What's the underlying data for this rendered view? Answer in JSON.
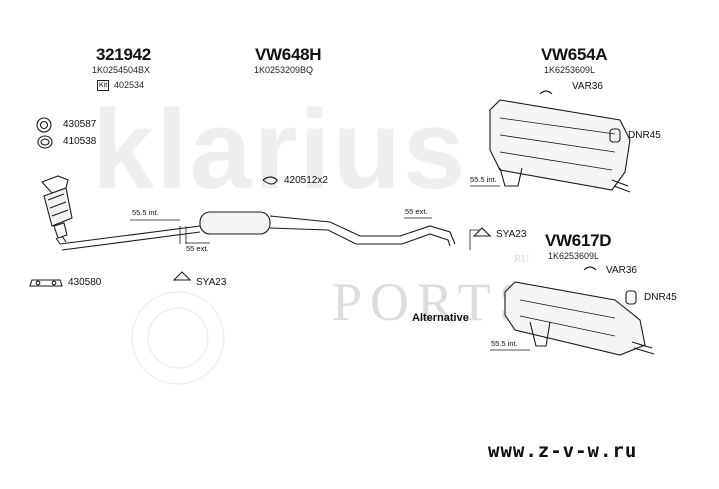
{
  "watermark": {
    "brand": "klarius",
    "side": "PORTS",
    "side_small": "RU"
  },
  "groups": {
    "front": {
      "code": "321942",
      "oem": "1K0254504BX",
      "kit_tag": "Kit",
      "kit_code": "402534"
    },
    "middle": {
      "code": "VW648H",
      "oem": "1K0253209BQ"
    },
    "rear_a": {
      "code": "VW654A",
      "oem": "1K6253609L"
    },
    "rear_b": {
      "code": "VW617D",
      "oem": "1K6253609L"
    }
  },
  "parts": {
    "gasket_430587": "430587",
    "ring_410538": "410538",
    "gasket_430580": "430580",
    "clamp_420512": "420512x2",
    "mount_sya23_a": "SYA23",
    "mount_sya23_b": "SYA23",
    "hanger_var36_a": "VAR36",
    "hanger_var36_b": "VAR36",
    "rubber_dnr45_a": "DNR45",
    "rubber_dnr45_b": "DNR45"
  },
  "dimensions": {
    "front_int": "55.5 int.",
    "front_ext": "55 ext.",
    "mid_ext": "55 ext.",
    "rear_a_int": "55.5 int.",
    "rear_b_int": "55.5 int."
  },
  "alternative_label": "Alternative",
  "footer_url": "www.z-v-w.ru"
}
